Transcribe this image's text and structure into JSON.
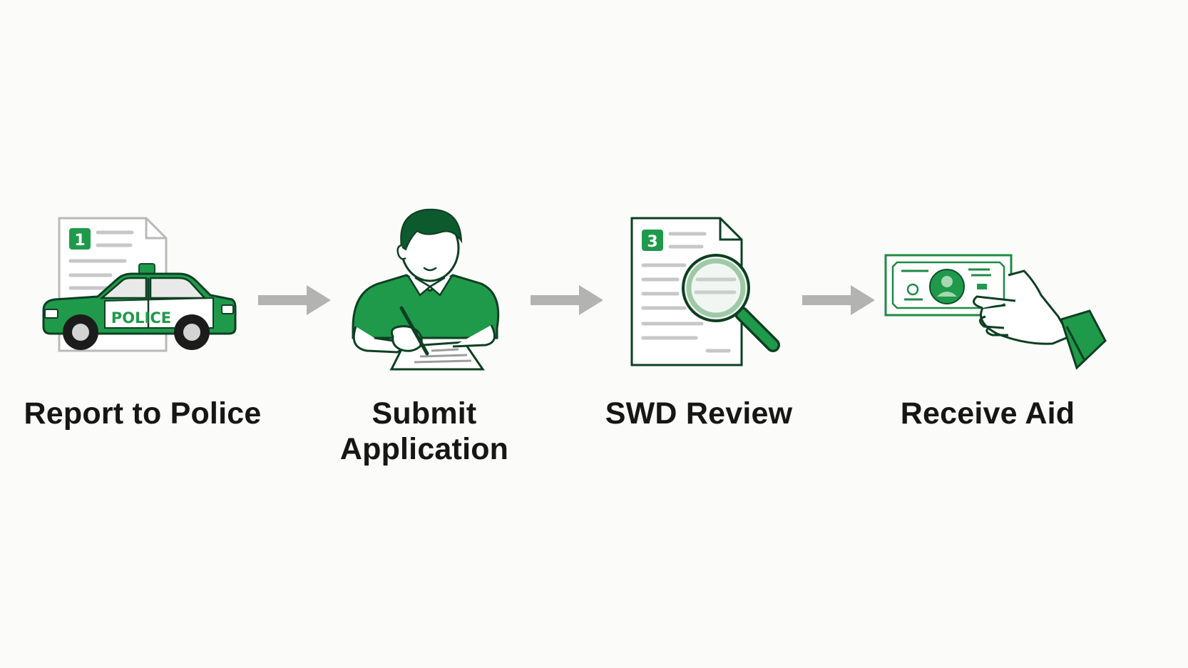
{
  "flow": {
    "steps": [
      {
        "label_lines": [
          "Report to Police"
        ],
        "icon": "police-car-with-report-icon",
        "badge_number": "1",
        "sign_text": "POLICE"
      },
      {
        "label_lines": [
          "Submit",
          "Application"
        ],
        "icon": "person-writing-application-icon"
      },
      {
        "label_lines": [
          "SWD Review"
        ],
        "icon": "document-magnifier-icon",
        "badge_number": "3"
      },
      {
        "label_lines": [
          "Receive Aid"
        ],
        "icon": "hand-holding-money-icon"
      }
    ],
    "arrow_icon": "right-arrow-icon"
  },
  "colors": {
    "accent_green": "#1f9a4a",
    "dark_green": "#0d4f2a",
    "arrow_gray": "#b3b3b3",
    "text": "#161616",
    "background": "#fbfbf9"
  }
}
